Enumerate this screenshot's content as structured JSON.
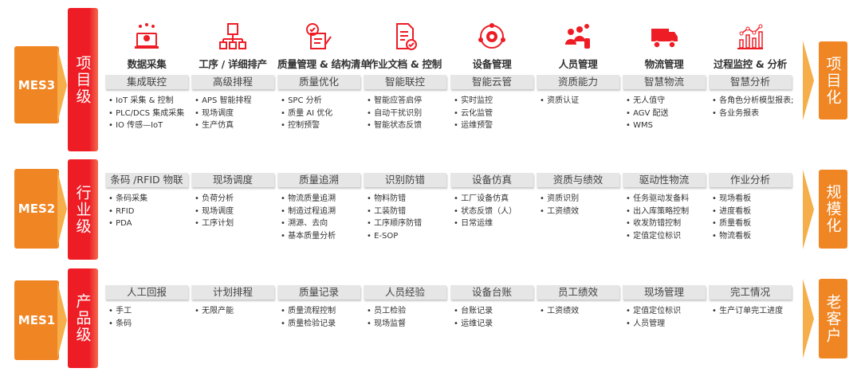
{
  "colors": {
    "red": "#ee1c25",
    "orange": "#f08523",
    "arrow": "#f5ae4a",
    "pill": "#e6e6e6"
  },
  "rows": [
    {
      "mes": "MES3",
      "level": "项目级",
      "right": "项目化",
      "columns": [
        {
          "icon": "data-collection-icon",
          "title": "数据采集",
          "pill": "集成联控",
          "items": [
            "IoT 采集 & 控制",
            "PLC/DCS 集成采集",
            "IO 传感—IoT"
          ]
        },
        {
          "icon": "process-hierarchy-icon",
          "title": "工序 / 详细排产",
          "pill": "高级排程",
          "items": [
            "APS 智能排程",
            "现场调度",
            "生产仿真"
          ]
        },
        {
          "icon": "quality-checklist-icon",
          "title": "质量管理 & 结构清单",
          "pill": "质量优化",
          "items": [
            "SPC 分析",
            "质量 AI 优化",
            "控制预警"
          ]
        },
        {
          "icon": "document-check-icon",
          "title": "作业文档 & 控制",
          "pill": "智能联控",
          "items": [
            "智能应答启停",
            "自动干扰识别",
            "智能状态反馈"
          ]
        },
        {
          "icon": "gear-cycle-icon",
          "title": "设备管理",
          "pill": "智能云管",
          "items": [
            "实时监控",
            "云化监管",
            "运维预警"
          ]
        },
        {
          "icon": "people-icon",
          "title": "人员管理",
          "pill": "资质能力",
          "items": [
            "资质认证"
          ]
        },
        {
          "icon": "truck-icon",
          "title": "物流管理",
          "pill": "智慧物流",
          "items": [
            "无人值守",
            "AGV 配送",
            "WMS"
          ]
        },
        {
          "icon": "chart-icon",
          "title": "过程监控 & 分析",
          "pill": "智慧分析",
          "items": [
            "各角色分析模型报表;",
            "各业务报表"
          ]
        }
      ]
    },
    {
      "mes": "MES2",
      "level": "行业级",
      "right": "规模化",
      "columns": [
        {
          "pill": "条码 /RFID 物联",
          "items": [
            "条码采集",
            "RFID",
            "PDA"
          ]
        },
        {
          "pill": "现场调度",
          "items": [
            "负荷分析",
            "现场调度",
            "工序计划"
          ]
        },
        {
          "pill": "质量追溯",
          "items": [
            "物流质量追溯",
            "制造过程追溯",
            "溯源、去向",
            "基本质量分析"
          ]
        },
        {
          "pill": "识别防错",
          "items": [
            "物料防错",
            "工装防错",
            "工序顺序防错",
            "E-SOP"
          ]
        },
        {
          "pill": "设备仿真",
          "items": [
            "工厂设备仿真",
            "状态反馈（人）",
            "日常运维"
          ]
        },
        {
          "pill": "资质与绩效",
          "items": [
            "资质识别",
            "工资绩效"
          ]
        },
        {
          "pill": "驱动性物流",
          "items": [
            "任务驱动发备料",
            "出入库策略控制",
            "收发防错控制",
            "定值定位标识"
          ]
        },
        {
          "pill": "作业分析",
          "items": [
            "现场看板",
            "进度看板",
            "质量看板",
            "物流看板"
          ]
        }
      ]
    },
    {
      "mes": "MES1",
      "level": "产品级",
      "right": "老客户",
      "columns": [
        {
          "pill": "人工回报",
          "items": [
            "手工",
            "条码"
          ]
        },
        {
          "pill": "计划排程",
          "items": [
            "无限产能"
          ]
        },
        {
          "pill": "质量记录",
          "items": [
            "质量流程控制",
            "质量检验记录"
          ]
        },
        {
          "pill": "人员经验",
          "items": [
            "员工检验",
            "现场监督"
          ]
        },
        {
          "pill": "设备台账",
          "items": [
            "台账记录",
            "运维记录"
          ]
        },
        {
          "pill": "员工绩效",
          "items": [
            "工资绩效"
          ]
        },
        {
          "pill": "现场管理",
          "items": [
            "定值定位标识",
            "人员管理"
          ]
        },
        {
          "pill": "完工情况",
          "items": [
            "生产订单完工进度"
          ]
        }
      ]
    }
  ]
}
